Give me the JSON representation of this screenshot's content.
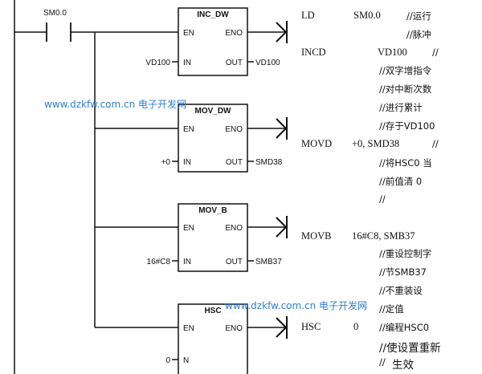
{
  "contact": {
    "label": "SM0.0"
  },
  "blocks": [
    {
      "title": "INC_DW",
      "en": "EN",
      "eno": "ENO",
      "in_pin": "IN",
      "out_pin": "OUT",
      "in_operand": "VD100",
      "out_operand": "VD100"
    },
    {
      "title": "MOV_DW",
      "en": "EN",
      "eno": "ENO",
      "in_pin": "IN",
      "out_pin": "OUT",
      "in_operand": "+0",
      "out_operand": "SMD38"
    },
    {
      "title": "MOV_B",
      "en": "EN",
      "eno": "ENO",
      "in_pin": "IN",
      "out_pin": "OUT",
      "in_operand": "16#C8",
      "out_operand": "SMB37"
    },
    {
      "title": "HSC",
      "en": "EN",
      "eno": "ENO",
      "in_pin": "N",
      "in_operand": "0"
    }
  ],
  "stl": [
    {
      "op": "LD",
      "arg": "SM0.0",
      "comments": [
        "//运行",
        "//脉冲"
      ]
    },
    {
      "op": "INCD",
      "arg": "VD100",
      "comments": [
        "//",
        "//双字增指令",
        "//对中断次数",
        "//进行累计",
        "//存于VD100"
      ]
    },
    {
      "op": "MOVD",
      "arg": "+0, SMD38",
      "comments": [
        "//",
        "//将HSC0 当",
        "//前值清 0",
        "//"
      ]
    },
    {
      "op": "MOVB",
      "arg": "16#C8, SMB37",
      "comments": [
        "//重设控制字",
        "//节SMB37",
        "//不重装设",
        "//定值"
      ]
    },
    {
      "op": "HSC",
      "arg": "0",
      "comments": [
        "//编程HSC0",
        "//使设置重新",
        "//",
        "生效"
      ]
    }
  ],
  "watermarks": [
    {
      "url": "www.dzkfw.com.cn",
      "text": "电子开发网"
    },
    {
      "url": "www.dzkfw.com.cn",
      "text": "电子开发网"
    }
  ]
}
